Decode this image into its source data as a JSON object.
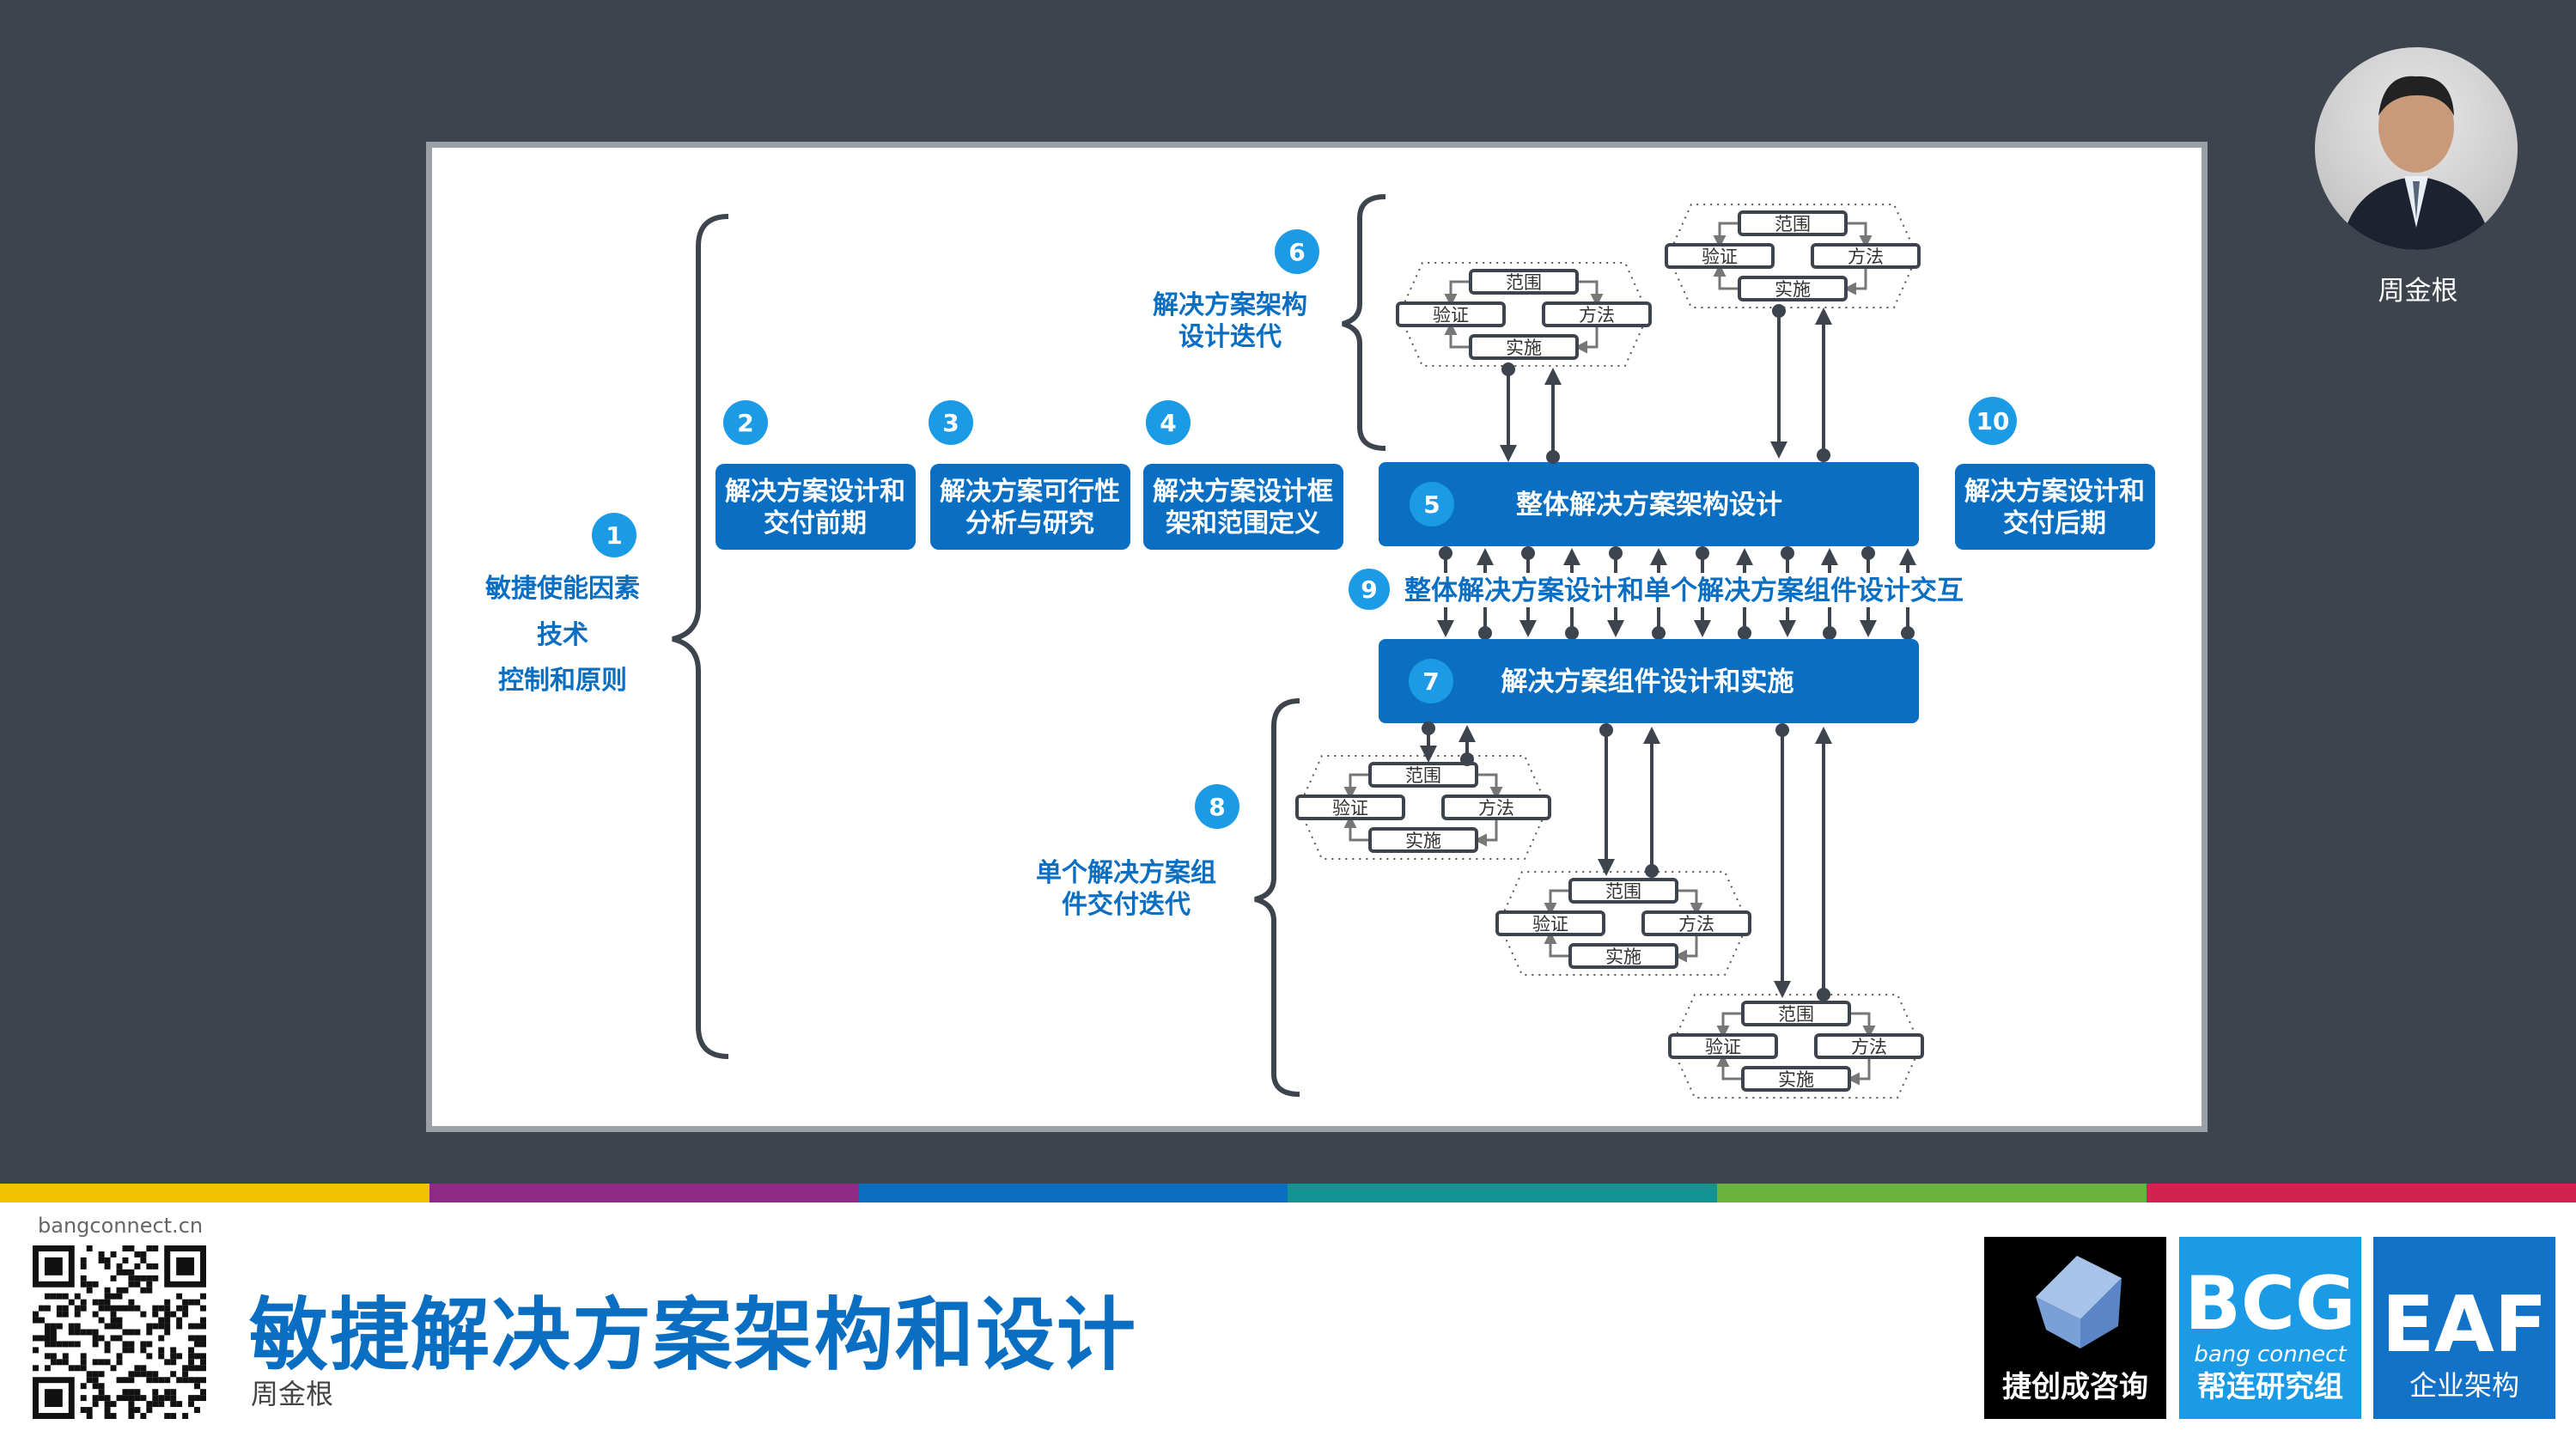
{
  "presenter": {
    "name": "周金根"
  },
  "footer": {
    "site": "bangconnect.cn",
    "title": "敏捷解决方案架构和设计",
    "author": "周金根",
    "stripe_colors": [
      "#f2c200",
      "#8e2a86",
      "#0a6fc2",
      "#13938f",
      "#6ab43e",
      "#d2224f"
    ],
    "logos": [
      {
        "caption": "捷创成咨询"
      },
      {
        "main": "BCG",
        "sub": "bang connect",
        "caption": "帮连研究组"
      },
      {
        "main": "EAF",
        "caption": "企业架构"
      }
    ]
  },
  "diagram": {
    "left_factors": {
      "badge": "1",
      "lines": [
        "敏捷使能因素",
        "技术",
        "控制和原则"
      ]
    },
    "phase_boxes": [
      {
        "badge": "2",
        "lines": [
          "解决方案设计和",
          "交付前期"
        ]
      },
      {
        "badge": "3",
        "lines": [
          "解决方案可行性",
          "分析与研究"
        ]
      },
      {
        "badge": "4",
        "lines": [
          "解决方案设计框",
          "架和范围定义"
        ]
      },
      {
        "badge": "10",
        "lines": [
          "解决方案设计和",
          "交付后期"
        ]
      }
    ],
    "overall_design": {
      "badge": "5",
      "label": "整体解决方案架构设计"
    },
    "component_design": {
      "badge": "7",
      "label": "解决方案组件设计和实施"
    },
    "interaction": {
      "badge": "9",
      "label": "整体解决方案设计和单个解决方案组件设计交互"
    },
    "architecture_iteration": {
      "badge": "6",
      "lines": [
        "解决方案架构",
        "设计迭代"
      ]
    },
    "component_iteration": {
      "badge": "8",
      "lines": [
        "单个解决方案组",
        "件交付迭代"
      ]
    },
    "cycle_labels": {
      "top": "范围",
      "left": "验证",
      "right": "方法",
      "bottom": "实施"
    },
    "colors": {
      "accent": "#0a6fc2",
      "badge": "#1b9be6",
      "line": "#3d444e"
    }
  }
}
